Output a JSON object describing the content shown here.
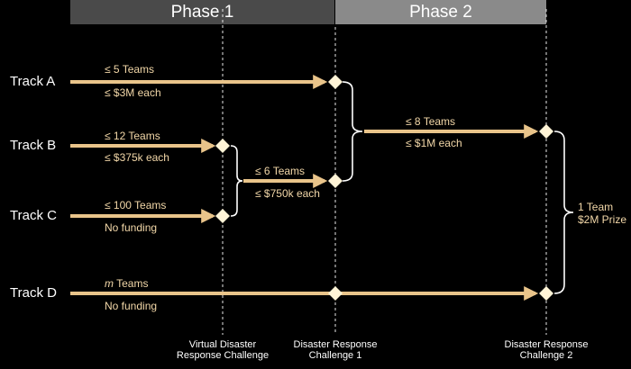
{
  "phases": [
    {
      "label": "Phase 1"
    },
    {
      "label": "Phase 2"
    }
  ],
  "tracks": [
    {
      "label": "Track A",
      "teams": "≤ 5 Teams",
      "funding": "≤ $3M each"
    },
    {
      "label": "Track B",
      "teams": "≤ 12 Teams",
      "funding": "≤ $375k each"
    },
    {
      "label": "Track C",
      "teams": "≤ 100 Teams",
      "funding": "No funding"
    },
    {
      "label": "Track D",
      "teams_italic": "m",
      "teams_rest": " Teams",
      "funding": "No funding"
    }
  ],
  "merges": {
    "bc": {
      "teams": "≤ 6 Teams",
      "funding": "≤ $750k each"
    },
    "phase2": {
      "teams": "≤ 8 Teams",
      "funding": "≤ $1M each"
    },
    "prize": {
      "line1": "1 Team",
      "line2": "$2M Prize"
    }
  },
  "milestones": [
    {
      "line1": "Virtual Disaster",
      "line2": "Response Challenge"
    },
    {
      "line1": "Disaster Response",
      "line2": "Challenge 1"
    },
    {
      "line1": "Disaster Response",
      "line2": "Challenge 2"
    }
  ],
  "colors": {
    "background": "#000000",
    "arrow": "#e9c48a",
    "diamond": "#fff4d6",
    "dashed_line": "#e8e8e8",
    "phase1_bg": "#4a4a4a",
    "phase2_bg": "#8a8a8a",
    "note_text": "#f2d7a8",
    "label_text": "#ffffff"
  }
}
